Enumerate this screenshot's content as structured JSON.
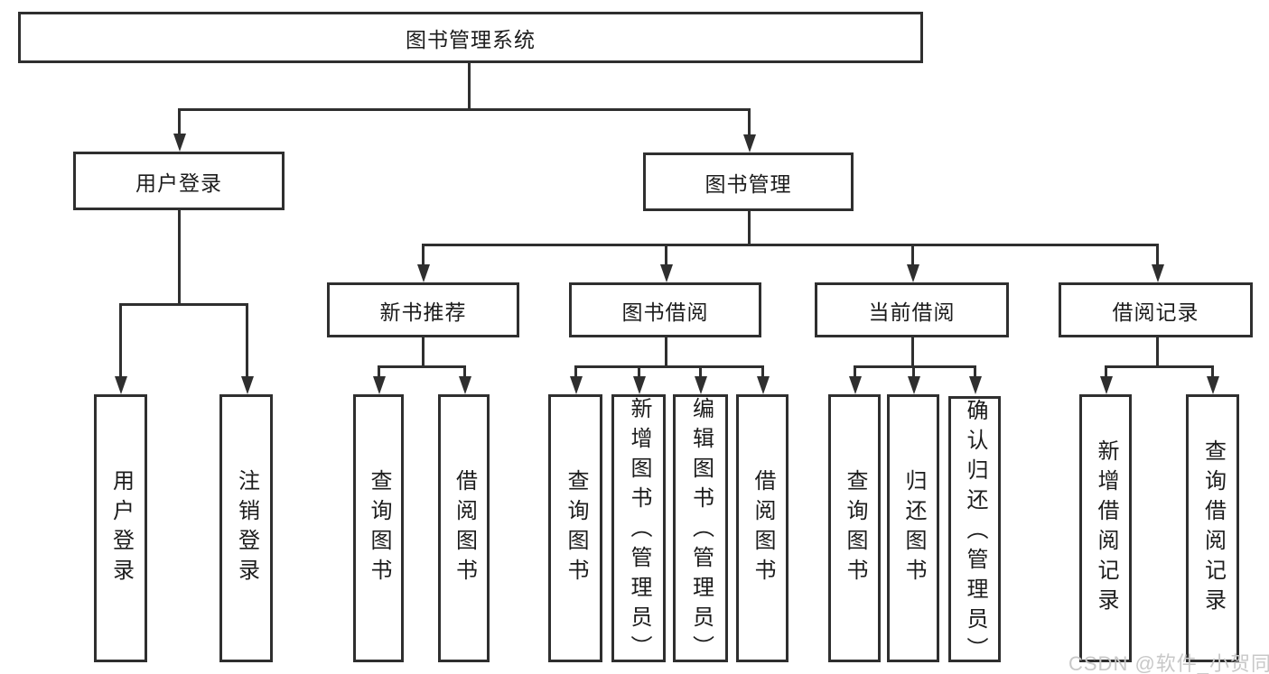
{
  "colors": {
    "line": "#2f2f2f",
    "text": "#1c1c1c",
    "watermark": "#c8c8c8",
    "bg": "#ffffff"
  },
  "tree": {
    "label": "图书管理系统",
    "children": [
      {
        "label": "用户登录",
        "children": [
          {
            "label": "用户登录"
          },
          {
            "label": "注销登录"
          }
        ]
      },
      {
        "label": "图书管理",
        "children": [
          {
            "label": "新书推荐",
            "children": [
              {
                "label": "查询图书"
              },
              {
                "label": "借阅图书"
              }
            ]
          },
          {
            "label": "图书借阅",
            "children": [
              {
                "label": "查询图书"
              },
              {
                "label": "新增图书（管理员）"
              },
              {
                "label": "编辑图书（管理员）"
              },
              {
                "label": "借阅图书"
              }
            ]
          },
          {
            "label": "当前借阅",
            "children": [
              {
                "label": "查询图书"
              },
              {
                "label": "归还图书"
              },
              {
                "label": "确认归还（管理员）"
              }
            ]
          },
          {
            "label": "借阅记录",
            "children": [
              {
                "label": "新增借阅记录"
              },
              {
                "label": "查询借阅记录"
              }
            ]
          }
        ]
      }
    ]
  },
  "watermark": {
    "text": "CSDN @软件_小贺同学"
  }
}
